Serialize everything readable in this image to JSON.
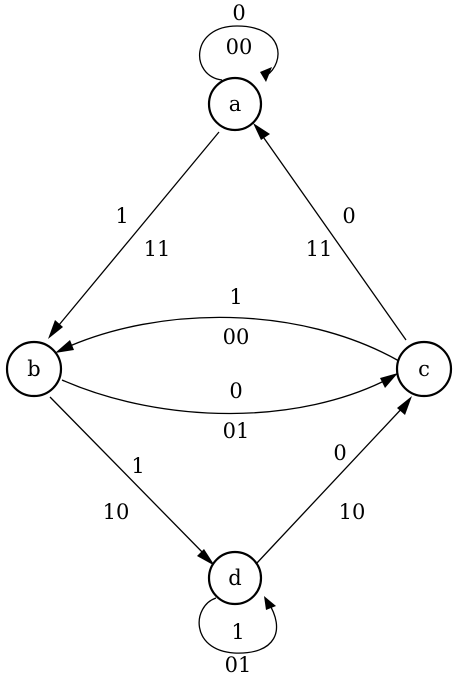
{
  "nodes": {
    "a": {
      "label": "a"
    },
    "b": {
      "label": "b"
    },
    "c": {
      "label": "c"
    },
    "d": {
      "label": "d"
    }
  },
  "edges": {
    "a_a": {
      "input": "0",
      "output": "00"
    },
    "a_b": {
      "input": "1",
      "output": "11"
    },
    "c_a": {
      "input": "0",
      "output": "11"
    },
    "c_b": {
      "input": "1",
      "output": "00"
    },
    "b_c": {
      "input": "0",
      "output": "01"
    },
    "b_d": {
      "input": "1",
      "output": "10"
    },
    "d_c": {
      "input": "0",
      "output": "10"
    },
    "d_d": {
      "input": "1",
      "output": "01"
    }
  }
}
